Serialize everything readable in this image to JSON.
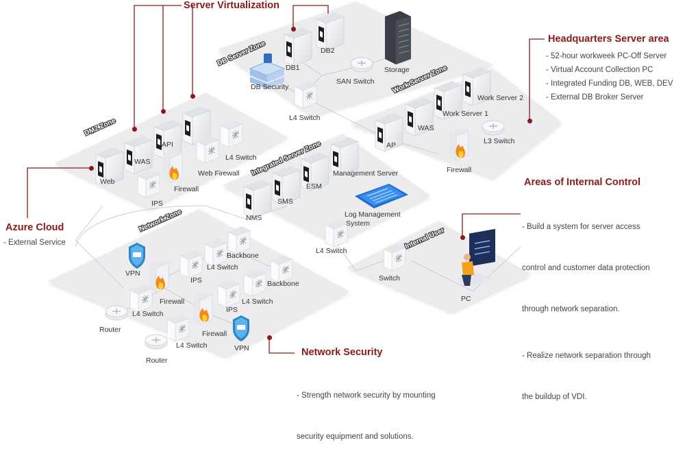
{
  "callouts": {
    "server_virtualization": {
      "title": "Server Virtualization"
    },
    "headquarters": {
      "title": "Headquarters Server area",
      "items": [
        "- 52-hour workweek PC-Off Server",
        "- Virtual Account Collection PC",
        "- Integrated Funding DB, WEB, DEV",
        "- External DB Broker Server"
      ]
    },
    "internal_control": {
      "title": "Areas of Internal Control",
      "items": [
        "- Build a system for server access",
        "  control and customer data protection",
        "  through network separation.",
        "- Realize network separation through",
        "  the buildup of VDI."
      ]
    },
    "azure": {
      "title": "Azure Cloud",
      "items": [
        "- External Service"
      ]
    },
    "network_security": {
      "title": "Network Security",
      "items": [
        "- Strength network security by mounting",
        "  security equipment and solutions."
      ]
    }
  },
  "zones": {
    "db": "DB Server Zone",
    "work": "Work Server Zone",
    "dmz": "DMZ Zone",
    "integrated": "Integrated Server Zone",
    "network": "Network Zone",
    "internal": "Internal User"
  },
  "labels": {
    "db1": "DB1",
    "db2": "DB2",
    "storage": "Storage",
    "db_security": "DB Security",
    "san_switch": "SAN Switch",
    "l4_switch_db": "L4 Switch",
    "work_server_2": "Work Server 2",
    "work_server_1": "Work Server 1",
    "was_work": "WAS",
    "ap": "AP",
    "l3_switch": "L3 Switch",
    "firewall_work": "Firewall",
    "api": "API",
    "was_dmz": "WAS",
    "web": "Web",
    "l4_switch_dmz": "L4 Switch",
    "web_firewall": "Web Firewall",
    "firewall_dmz": "Firewall",
    "ips_dmz": "IPS",
    "management_server": "Management Server",
    "esm": "ESM",
    "sms": "SMS",
    "nms": "NMS",
    "log_management_1": "Log Management",
    "log_management_2": "System",
    "l4_switch_int": "L4 Switch",
    "switch": "Switch",
    "pc": "PC",
    "vpn_1": "VPN",
    "firewall_net_1": "Firewall",
    "ips_net_1": "IPS",
    "l4_switch_net_1": "L4 Switch",
    "backbone_1": "Backbone",
    "backbone_2": "Backbone",
    "l4_switch_net_2": "L4 Switch",
    "ips_net_2": "IPS",
    "l4_switch_net_3": "L4 Switch",
    "router_1": "Router",
    "firewall_net_2": "Firewall",
    "l4_switch_net_4": "L4 Switch",
    "vpn_2": "VPN",
    "router_2": "Router"
  },
  "colors": {
    "accent": "#8b1a1a",
    "platform": "#ececee",
    "device": "#f2f3f5",
    "vpn": "#2b86c9",
    "flame": "#f28a1a"
  },
  "icons": [
    "server-icon",
    "storage-rack-icon",
    "switch-icon",
    "router-icon",
    "firewall-icon",
    "vpn-shield-icon",
    "monitor-icon",
    "user-icon"
  ]
}
